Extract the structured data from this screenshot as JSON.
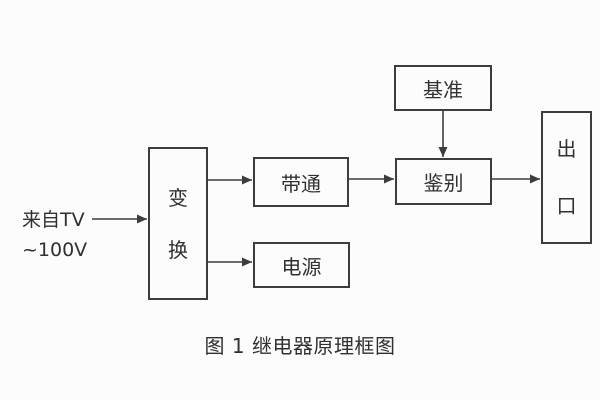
{
  "figure": {
    "caption": "图 1 继电器原理框图",
    "input_label_line1": "来自TV",
    "input_label_line2": "~100V"
  },
  "nodes": {
    "transform": {
      "label": "变换"
    },
    "bandpass": {
      "label": "带通"
    },
    "power": {
      "label": "电源"
    },
    "reference": {
      "label": "基准"
    },
    "discriminator": {
      "label": "鉴别"
    },
    "outlet": {
      "label": "出口"
    }
  },
  "colors": {
    "background": "#fcfcfc",
    "line": "#3d3d3d",
    "text": "#303030"
  }
}
